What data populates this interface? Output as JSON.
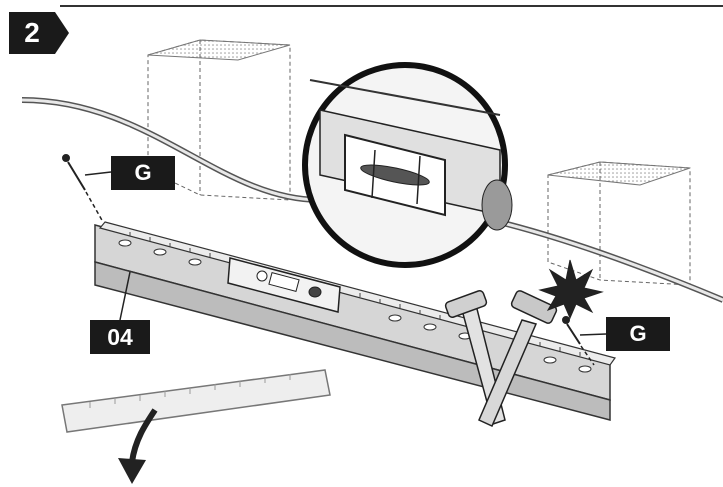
{
  "step": {
    "number": "2"
  },
  "labels": {
    "screw_left": "G",
    "screw_right": "G",
    "part": "04"
  },
  "colors": {
    "ink": "#1a1a1a",
    "line": "#333333",
    "fill_light": "#e6e6e6",
    "fill_mid": "#cfcfcf"
  },
  "icons": [
    "screw-icon",
    "hammer-icon",
    "spirit-level-icon",
    "impact-burst-icon",
    "arrow-down-icon",
    "ruler-icon"
  ]
}
